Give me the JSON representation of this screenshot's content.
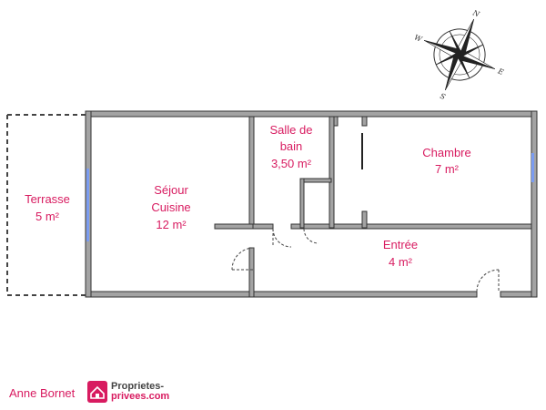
{
  "rooms": {
    "terrasse": {
      "name": "Terrasse",
      "area": "5 m²"
    },
    "sejour": {
      "line1": "Séjour",
      "line2": "Cuisine",
      "area": "12 m²"
    },
    "sdb": {
      "line1": "Salle de",
      "line2": "bain",
      "area": "3,50 m²"
    },
    "chambre": {
      "name": "Chambre",
      "area": "7 m²"
    },
    "entree": {
      "name": "Entrée",
      "area": "4 m²"
    }
  },
  "compass": {
    "n": "N",
    "e": "E",
    "s": "S",
    "w": "W"
  },
  "footer": {
    "agent": "Anne Bornet",
    "brand_line1": "Proprietes-",
    "brand_line2": "privees.com"
  },
  "colors": {
    "accent": "#d81b60",
    "wall": "#9e9e9e",
    "window": "#7b9cf0"
  }
}
